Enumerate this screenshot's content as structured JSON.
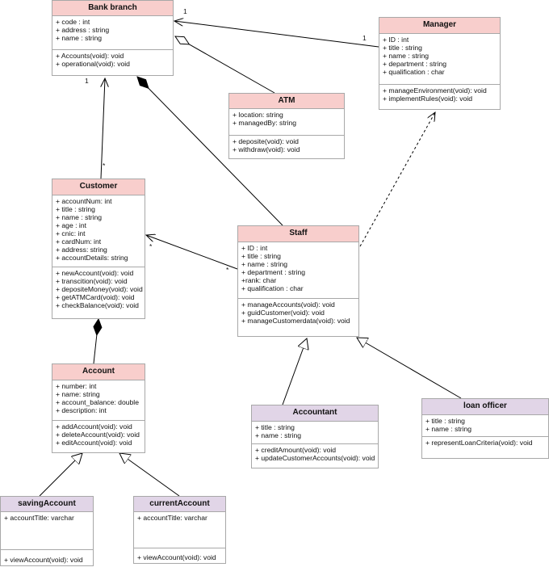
{
  "classes": {
    "bank_branch": {
      "name": "Bank branch",
      "attributes": [
        "+ code : int",
        "+ address : string",
        "+ name : string"
      ],
      "operations": [
        "+ Accounts(void): void",
        "+ operational(void): void"
      ]
    },
    "manager": {
      "name": "Manager",
      "attributes": [
        "+ ID : int",
        "+ title : string",
        "+ name : string",
        "+ department : string",
        "+ qualification : char"
      ],
      "operations": [
        "+ manageEnvironment(void): void",
        "+ implementRules(void): void"
      ]
    },
    "atm": {
      "name": "ATM",
      "attributes": [
        "+ location: string",
        "+ managedBy: string"
      ],
      "operations": [
        "+ deposite(void): void",
        "+ withdraw(void): void"
      ]
    },
    "customer": {
      "name": "Customer",
      "attributes": [
        "+ accountNum: int",
        "+ title : string",
        "+ name : string",
        "+ age : int",
        "+ cnic: int",
        "+ cardNum: int",
        "+ address: string",
        "+ accountDetails: string"
      ],
      "operations": [
        "+ newAccount(void): void",
        "+ transcition(void): void",
        "+ depositeMoney(void): void",
        "+ getATMCard(void): void",
        "+ checkBalance(void): void"
      ]
    },
    "staff": {
      "name": "Staff",
      "attributes": [
        "+ ID : int",
        "+ title : string",
        "+ name : string",
        "+ department : string",
        "+rank: char",
        "+ qualification : char"
      ],
      "operations": [
        "+ manageAccounts(void): void",
        "+ guidCustomer(void): void",
        "+ manageCustomerdata(void): void"
      ]
    },
    "account": {
      "name": "Account",
      "attributes": [
        "+ number: int",
        "+ name: string",
        "+ account_balance: double",
        "+ description: int"
      ],
      "operations": [
        "+ addAccount(void): void",
        "+ deleteAccount(void): void",
        "+ editAccount(void): void"
      ]
    },
    "accountant": {
      "name": "Accountant",
      "attributes": [
        "+ title : string",
        "+ name : string"
      ],
      "operations": [
        "+ creditAmount(void): void",
        "+ updateCustomerAccounts(void): void"
      ]
    },
    "loan_officer": {
      "name": "loan officer",
      "attributes": [
        "+ title : string",
        "+ name : string"
      ],
      "operations": [
        "+ representLoanCriteria(void): void"
      ]
    },
    "saving_account": {
      "name": "savingAccount",
      "attributes": [
        "+ accountTitle: varchar"
      ],
      "operations": [
        "+ viewAccount(void): void"
      ]
    },
    "current_account": {
      "name": "currentAccount",
      "attributes": [
        "+ accountTitle: varchar"
      ],
      "operations": [
        "+ viewAccount(void): void"
      ]
    }
  },
  "multiplicities": {
    "branch_manager_near_branch": "1",
    "branch_manager_near_manager": "1",
    "branch_customer_near_branch": "1",
    "branch_customer_near_customer": "*",
    "customer_staff_near_customer": "*",
    "customer_staff_near_staff": "*"
  },
  "colors": {
    "entity_header": "#f8cecc",
    "subclass_header": "#e1d5e7",
    "border": "#a8a8a8",
    "line": "#000000"
  }
}
